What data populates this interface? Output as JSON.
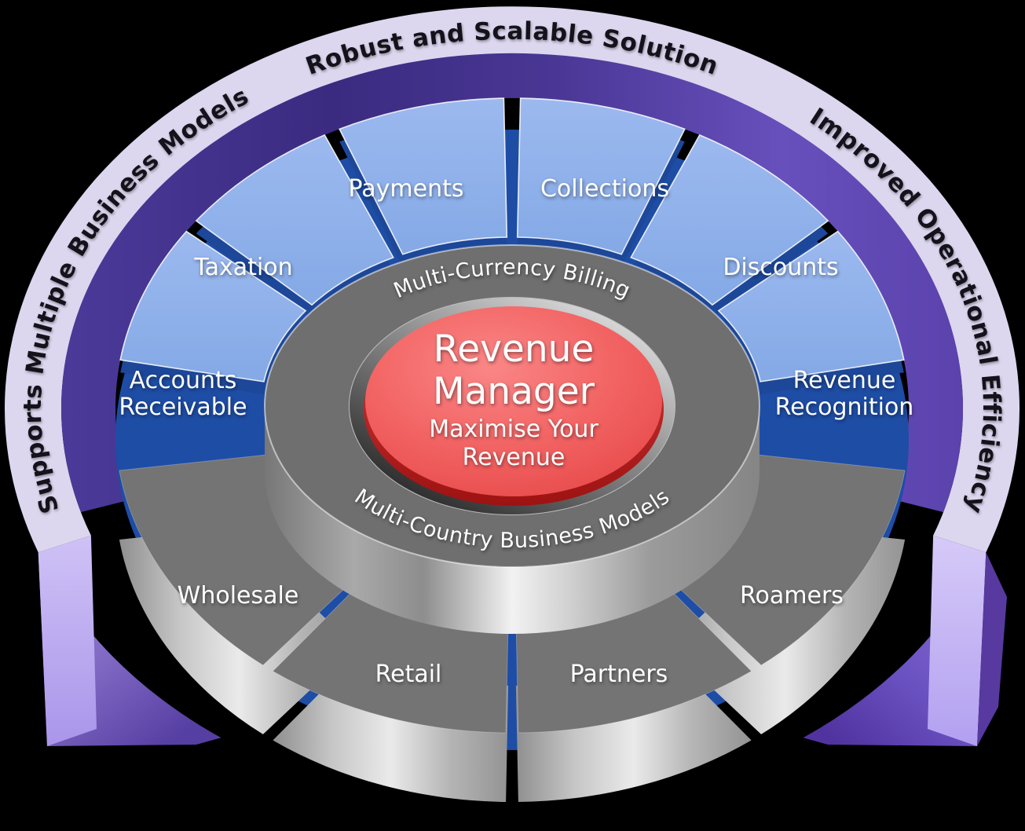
{
  "diagram_title": "Revenue Manager",
  "outer_ring": {
    "left_text": "Supports Multiple Business Models",
    "top_text": "Robust and Scalable Solution",
    "right_text": "Improved Operational Efficiency"
  },
  "middle_ring": {
    "top_text": "Multi-Currency Billing",
    "bottom_text": "Multi-Country Business Models"
  },
  "center": {
    "title_line1": "Revenue",
    "title_line2": "Manager",
    "subtitle_line1": "Maximise Your",
    "subtitle_line2": "Revenue"
  },
  "features": {
    "accounts_receivable": [
      "Accounts",
      "Receivable"
    ],
    "taxation": [
      "Taxation"
    ],
    "payments": [
      "Payments"
    ],
    "collections": [
      "Collections"
    ],
    "discounts": [
      "Discounts"
    ],
    "revenue_recognition": [
      "Revenue",
      "Recognition"
    ]
  },
  "business_models": {
    "wholesale": "Wholesale",
    "retail": "Retail",
    "partners": "Partners",
    "roamers": "Roamers"
  },
  "colors": {
    "outer_ring_face": "#dcd7ef",
    "outer_ring_side_light": "#b7a5ef",
    "inner_purple_dark": "#3a2b80",
    "inner_purple_light": "#6750bc",
    "bowl_blue": "#1e4da5",
    "feature_face": "#8fb0e9",
    "feature_side": "#2355ad",
    "ring_face": "#6f6f6f",
    "model_face": "#747474",
    "metal_light": "#e9e9e9",
    "red_center": "#f05c5c",
    "red_rim": "#a81818"
  }
}
